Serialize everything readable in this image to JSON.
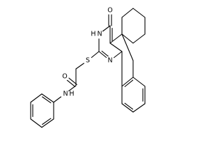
{
  "structure": {
    "atom_labels": {
      "O1": "O",
      "N1": "N",
      "H1": "H",
      "S1": "S",
      "N2": "N",
      "O2": "O",
      "N3": "N",
      "H3": "H"
    }
  }
}
